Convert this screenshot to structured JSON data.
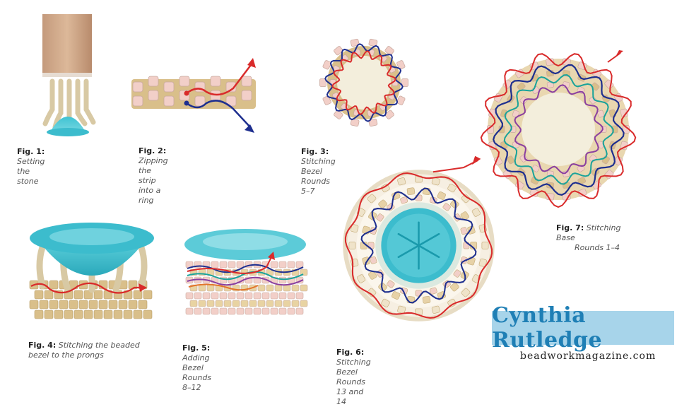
{
  "figures": [
    {
      "id": "fig1",
      "label": "Fig. 1:",
      "caption": "Setting the stone"
    },
    {
      "id": "fig2",
      "label": "Fig. 2:",
      "caption": "Zipping the strip into a ring"
    },
    {
      "id": "fig3",
      "label": "Fig. 3:",
      "caption": "Stitching Bezel Rounds 5–7"
    },
    {
      "id": "fig4",
      "label": "Fig. 4:",
      "caption": "Stitching the beaded",
      "caption2": "bezel to the prongs"
    },
    {
      "id": "fig5",
      "label": "Fig. 5:",
      "caption": "Adding Bezel Rounds 8–12"
    },
    {
      "id": "fig6",
      "label": "Fig. 6:",
      "caption": "Stitching Bezel Rounds 13 and 14"
    },
    {
      "id": "fig7",
      "label": "Fig. 7:",
      "caption": "Stitching Base",
      "caption2": "Rounds 1–4"
    }
  ],
  "watermark": {
    "name": "Cynthia Rutledge",
    "site": "beadworkmagazine.com"
  },
  "colors": {
    "thread_red": "#d92b2b",
    "thread_blue": "#1e2f8f",
    "thread_teal": "#1aa39a",
    "thread_purple": "#8a3fa0",
    "bead_pink": "#f2cfc8",
    "bead_gold": "#d9bf8a",
    "stone": "#3cbccd",
    "prong": "#d8c9a4",
    "watermark_bg": "#a7d4ea",
    "watermark_text": "#1f7fb5"
  }
}
